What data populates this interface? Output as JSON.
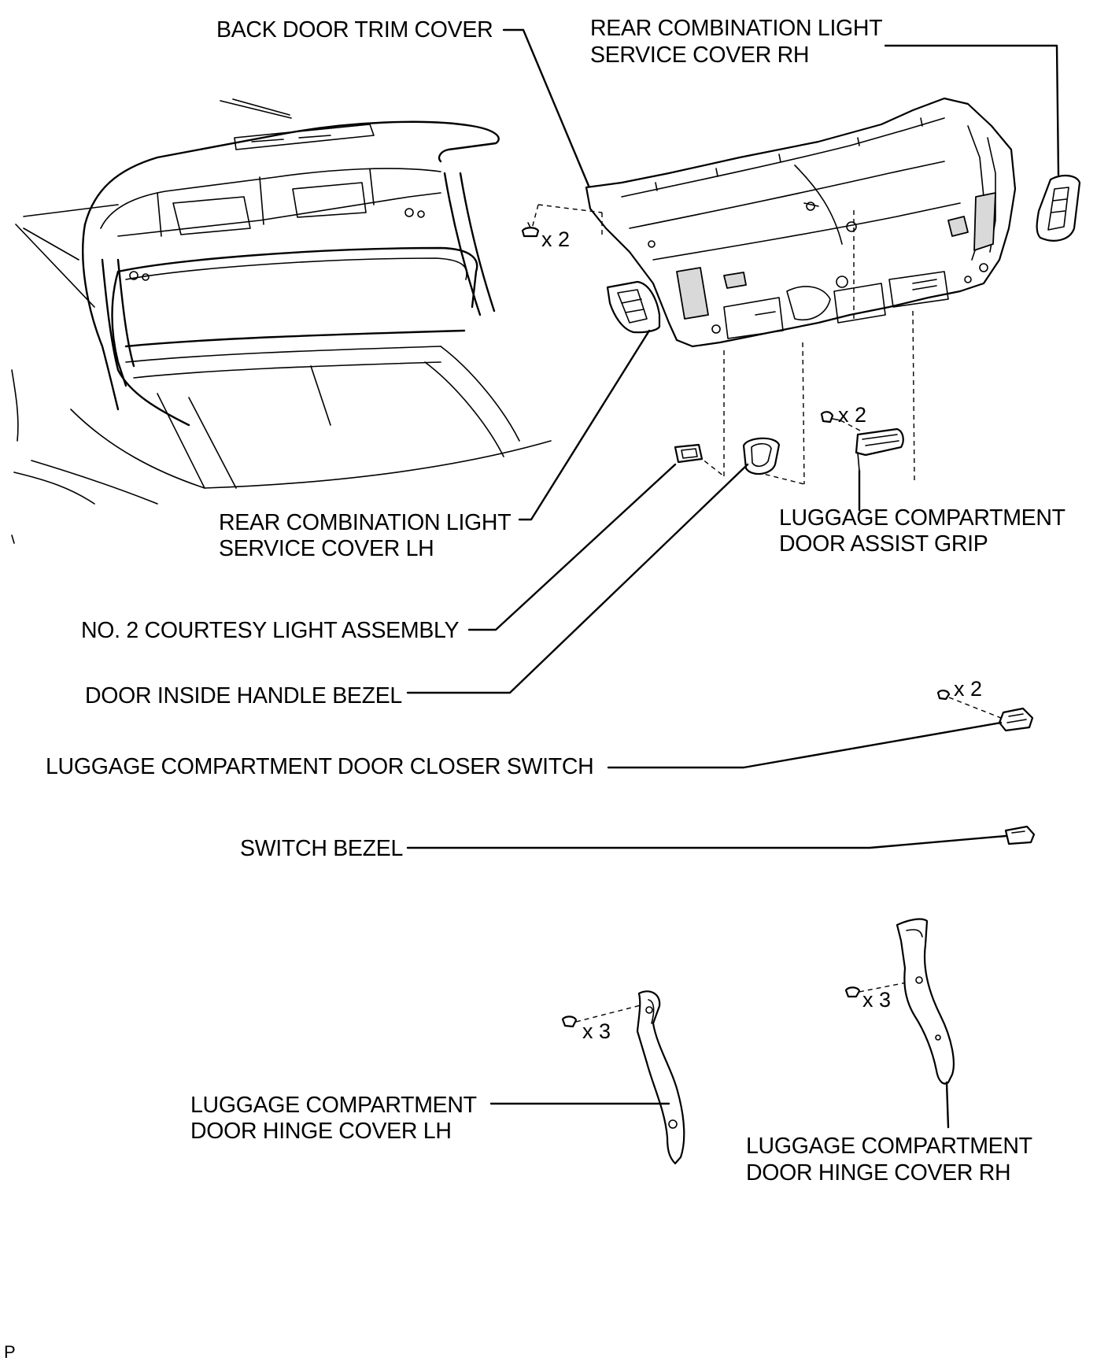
{
  "labels": {
    "back_door_trim_cover": "BACK DOOR TRIM COVER",
    "rear_combination_light_service_cover_rh_1": "REAR COMBINATION LIGHT",
    "rear_combination_light_service_cover_rh_2": "SERVICE COVER RH",
    "rear_combination_light_service_cover_lh_1": "REAR COMBINATION LIGHT",
    "rear_combination_light_service_cover_lh_2": "SERVICE COVER LH",
    "no2_courtesy_light_assembly": "NO. 2 COURTESY LIGHT ASSEMBLY",
    "door_inside_handle_bezel": "DOOR INSIDE HANDLE BEZEL",
    "luggage_compartment_door_assist_grip_1": "LUGGAGE COMPARTMENT",
    "luggage_compartment_door_assist_grip_2": "DOOR ASSIST GRIP",
    "luggage_compartment_door_closer_switch": "LUGGAGE COMPARTMENT DOOR CLOSER SWITCH",
    "switch_bezel": "SWITCH BEZEL",
    "luggage_compartment_door_hinge_cover_lh_1": "LUGGAGE COMPARTMENT",
    "luggage_compartment_door_hinge_cover_lh_2": "DOOR HINGE COVER LH",
    "luggage_compartment_door_hinge_cover_rh_1": "LUGGAGE COMPARTMENT",
    "luggage_compartment_door_hinge_cover_rh_2": "DOOR HINGE COVER RH"
  },
  "quantities": {
    "trim_cover_clips": "x 2",
    "assist_grip_screws": "x 2",
    "closer_switch_clips": "x 2",
    "hinge_cover_lh_clips": "x 3",
    "hinge_cover_rh_clips": "x 3"
  },
  "figure_id": "P"
}
